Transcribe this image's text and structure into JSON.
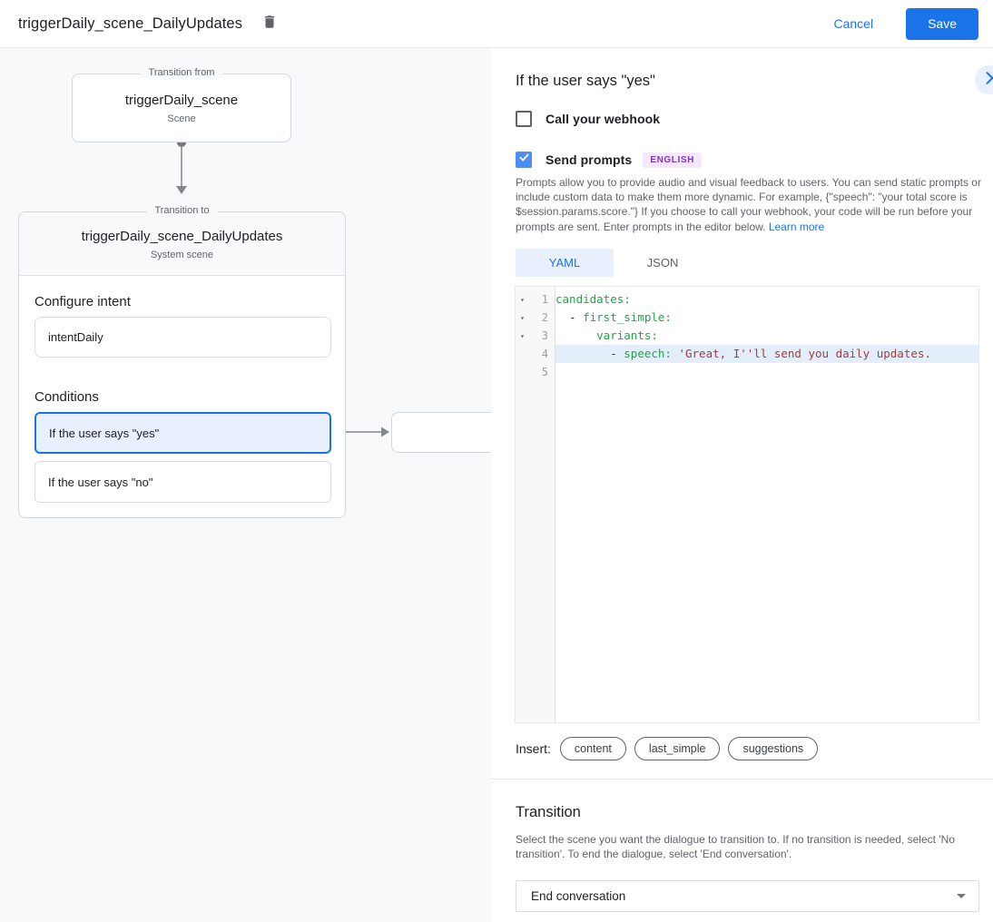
{
  "topbar": {
    "title": "triggerDaily_scene_DailyUpdates",
    "cancel_label": "Cancel",
    "save_label": "Save"
  },
  "canvas": {
    "from_box": {
      "legend": "Transition from",
      "title": "triggerDaily_scene",
      "subtitle": "Scene"
    },
    "to_card": {
      "legend": "Transition to",
      "title": "triggerDaily_scene_DailyUpdates",
      "subtitle": "System scene",
      "configure_intent_label": "Configure intent",
      "intent_value": "intentDaily",
      "conditions_label": "Conditions",
      "condition_yes": "If the user says \"yes\"",
      "condition_no": "If the user says \"no\""
    }
  },
  "panel": {
    "title": "If the user says \"yes\"",
    "webhook": {
      "label": "Call your webhook",
      "checked": false
    },
    "prompts": {
      "label": "Send prompts",
      "badge": "ENGLISH",
      "checked": true
    },
    "description": "Prompts allow you to provide audio and visual feedback to users. You can send static prompts or include custom data to make them more dynamic. For example, {\"speech\": \"your total score is $session.params.score.\"} If you choose to call your webhook, your code will be run before your prompts are sent. Enter prompts in the editor below.",
    "learn_more": "Learn more",
    "tabs": [
      {
        "label": "YAML",
        "active": true
      },
      {
        "label": "JSON",
        "active": false
      }
    ],
    "editor": {
      "lines": [
        {
          "num": "1",
          "fold": true,
          "highlight": false,
          "segments": [
            [
              "key",
              "candidates:"
            ]
          ]
        },
        {
          "num": "2",
          "fold": true,
          "highlight": false,
          "segments": [
            [
              "plain",
              "  - "
            ],
            [
              "key",
              "first_simple:"
            ]
          ]
        },
        {
          "num": "3",
          "fold": true,
          "highlight": false,
          "segments": [
            [
              "plain",
              "      "
            ],
            [
              "key",
              "variants:"
            ]
          ]
        },
        {
          "num": "4",
          "fold": false,
          "highlight": true,
          "segments": [
            [
              "plain",
              "        - "
            ],
            [
              "key",
              "speech: "
            ],
            [
              "string",
              "'Great, I''ll send you daily updates."
            ]
          ]
        },
        {
          "num": "5",
          "fold": false,
          "highlight": false,
          "segments": []
        }
      ]
    },
    "insert": {
      "label": "Insert:",
      "chips": [
        "content",
        "last_simple",
        "suggestions"
      ]
    },
    "transition": {
      "title": "Transition",
      "description": "Select the scene you want the dialogue to transition to. If no transition is needed, select 'No transition'. To end the dialogue, select 'End conversation'.",
      "value": "End conversation"
    }
  },
  "colors": {
    "accent_blue": "#1a73e8",
    "checkbox_blue": "#4c8df6",
    "selected_condition_fill": "#e8f0fe",
    "badge_text_purple": "#8430ce",
    "badge_bg_purple": "#f3e8fd",
    "code_key_green": "#23a24b",
    "code_string_red": "#a73a38",
    "code_line_highlight": "#e4eefb",
    "canvas_bg": "#f8f9fa"
  }
}
